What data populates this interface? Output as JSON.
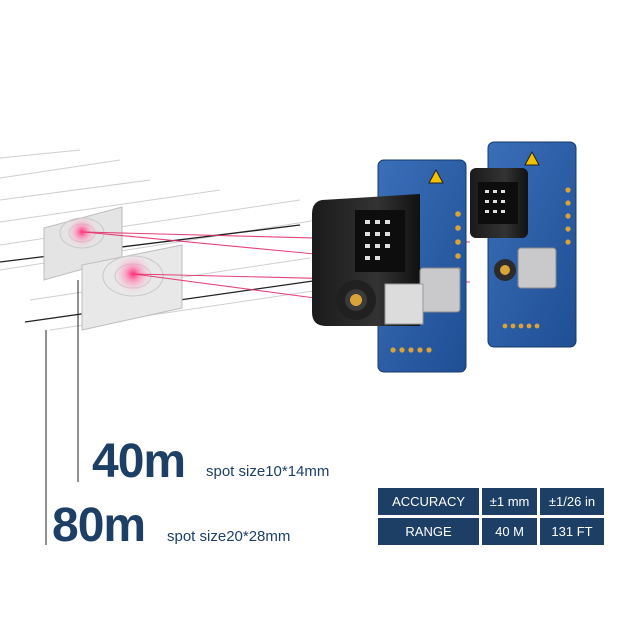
{
  "measurements": [
    {
      "distance": "40m",
      "spot_label": "spot size10*14mm"
    },
    {
      "distance": "80m",
      "spot_label": "spot size20*28mm"
    }
  ],
  "specs": {
    "rows": [
      {
        "label": "ACCURACY",
        "metric": "±1 mm",
        "imperial": "±1/26 in"
      },
      {
        "label": "RANGE",
        "metric": "40 M",
        "imperial": "131 FT"
      }
    ]
  },
  "colors": {
    "brand_navy": "#1d3f66",
    "pcb_blue": "#2e5fa8",
    "laser_red": "#e3306a"
  },
  "illustration": {
    "subject": "two laser distance sensor modules projecting red laser spots onto two targets",
    "icons": [
      "laser-warning-icon"
    ]
  }
}
